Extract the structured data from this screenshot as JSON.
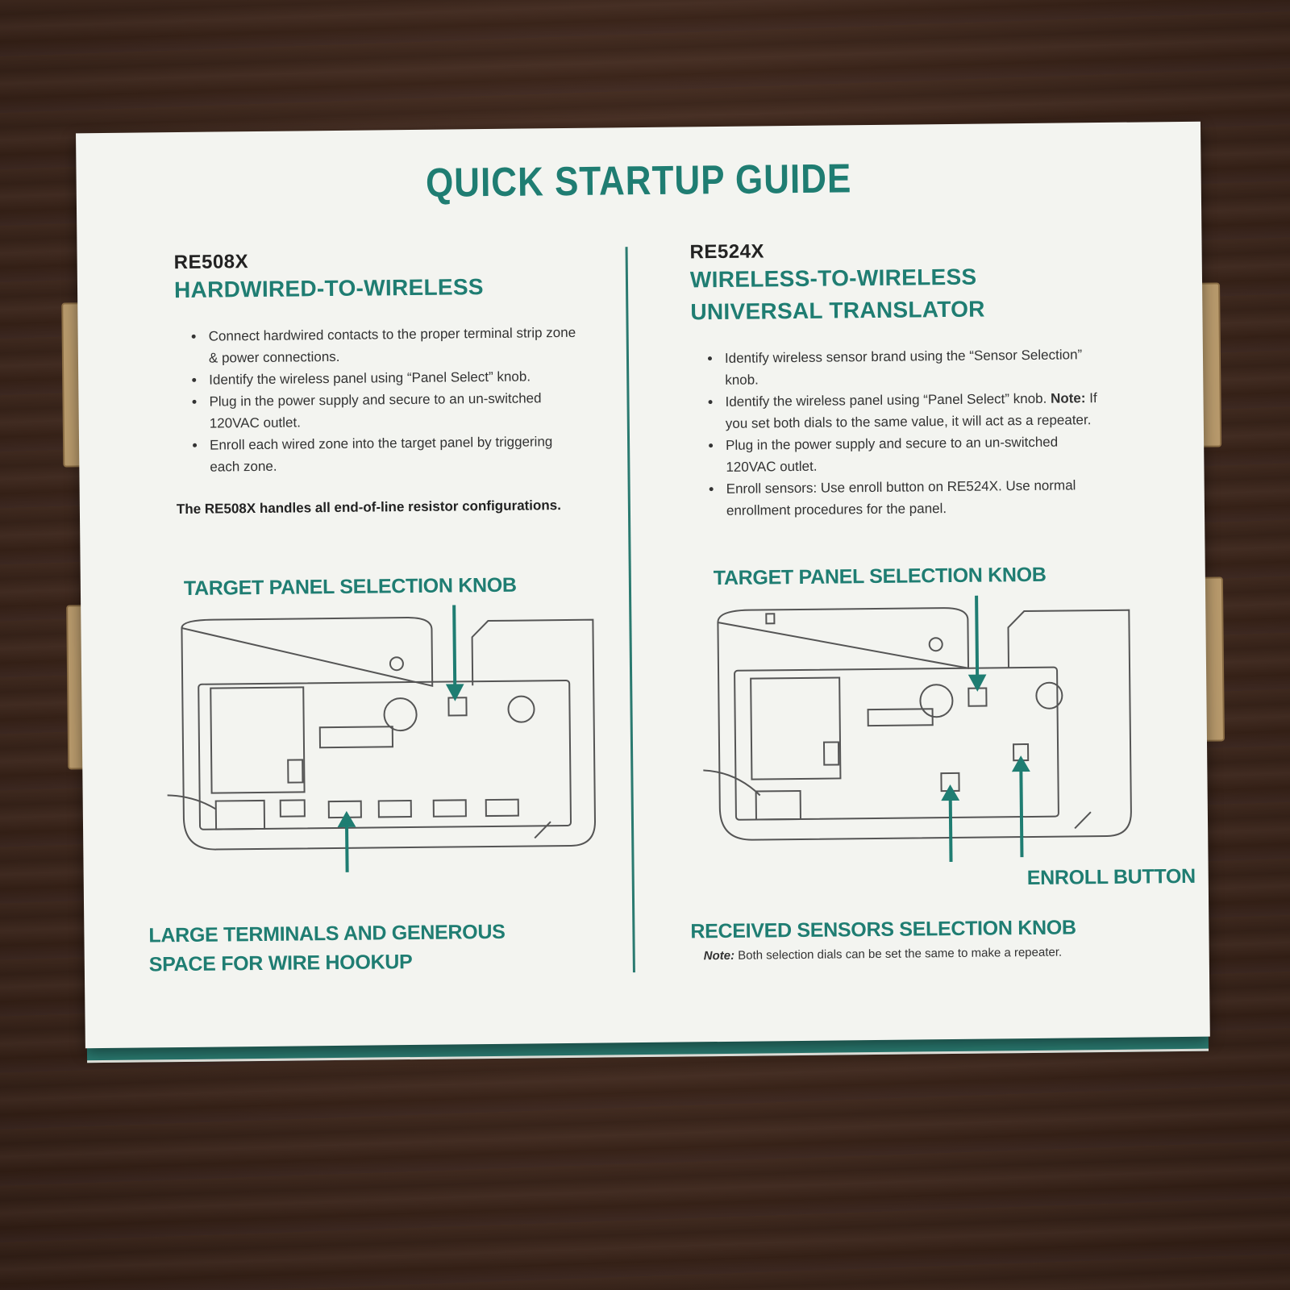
{
  "guide": {
    "title": "QUICK STARTUP GUIDE"
  },
  "left": {
    "model": "RE508X",
    "subtitle": "HARDWIRED-TO-WIRELESS",
    "bullets": [
      "Connect hardwired contacts to the proper terminal strip zone & power connections.",
      "Identify the wireless panel using “Panel Select” knob.",
      "Plug in the power supply and secure to an un-switched 120VAC outlet.",
      "Enroll each wired zone into the target panel by triggering each zone."
    ],
    "summary": "The RE508X handles all end-of-line resistor configurations.",
    "callout_knob": "TARGET PANEL SELECTION KNOB",
    "callout_terminals_1": "LARGE TERMINALS AND GENEROUS",
    "callout_terminals_2": "SPACE FOR WIRE HOOKUP"
  },
  "right": {
    "model": "RE524X",
    "subtitle_1": "WIRELESS-TO-WIRELESS",
    "subtitle_2": "UNIVERSAL TRANSLATOR",
    "bullet_1": "Identify wireless sensor brand using the “Sensor Selection” knob.",
    "bullet_2": "Identify the wireless panel using “Panel Select” knob.",
    "bullet_2_note_label": "Note:",
    "bullet_2_note": " If you set both dials to the same value, it will act as a repeater.",
    "bullet_3": "Plug in the power supply and secure to an un-switched 120VAC outlet.",
    "bullet_4": "Enroll sensors: Use enroll button on RE524X. Use normal enrollment procedures for the panel.",
    "callout_knob": "TARGET PANEL SELECTION KNOB",
    "callout_enroll": "ENROLL BUTTON",
    "callout_sensors": "RECEIVED SENSORS SELECTION KNOB",
    "footer_note_label": "Note:",
    "footer_note": " Both selection dials can be set the same to make a repeater."
  },
  "colors": {
    "accent": "#1f7d72",
    "card": "#f3f4f0",
    "background": "#3e281e"
  }
}
